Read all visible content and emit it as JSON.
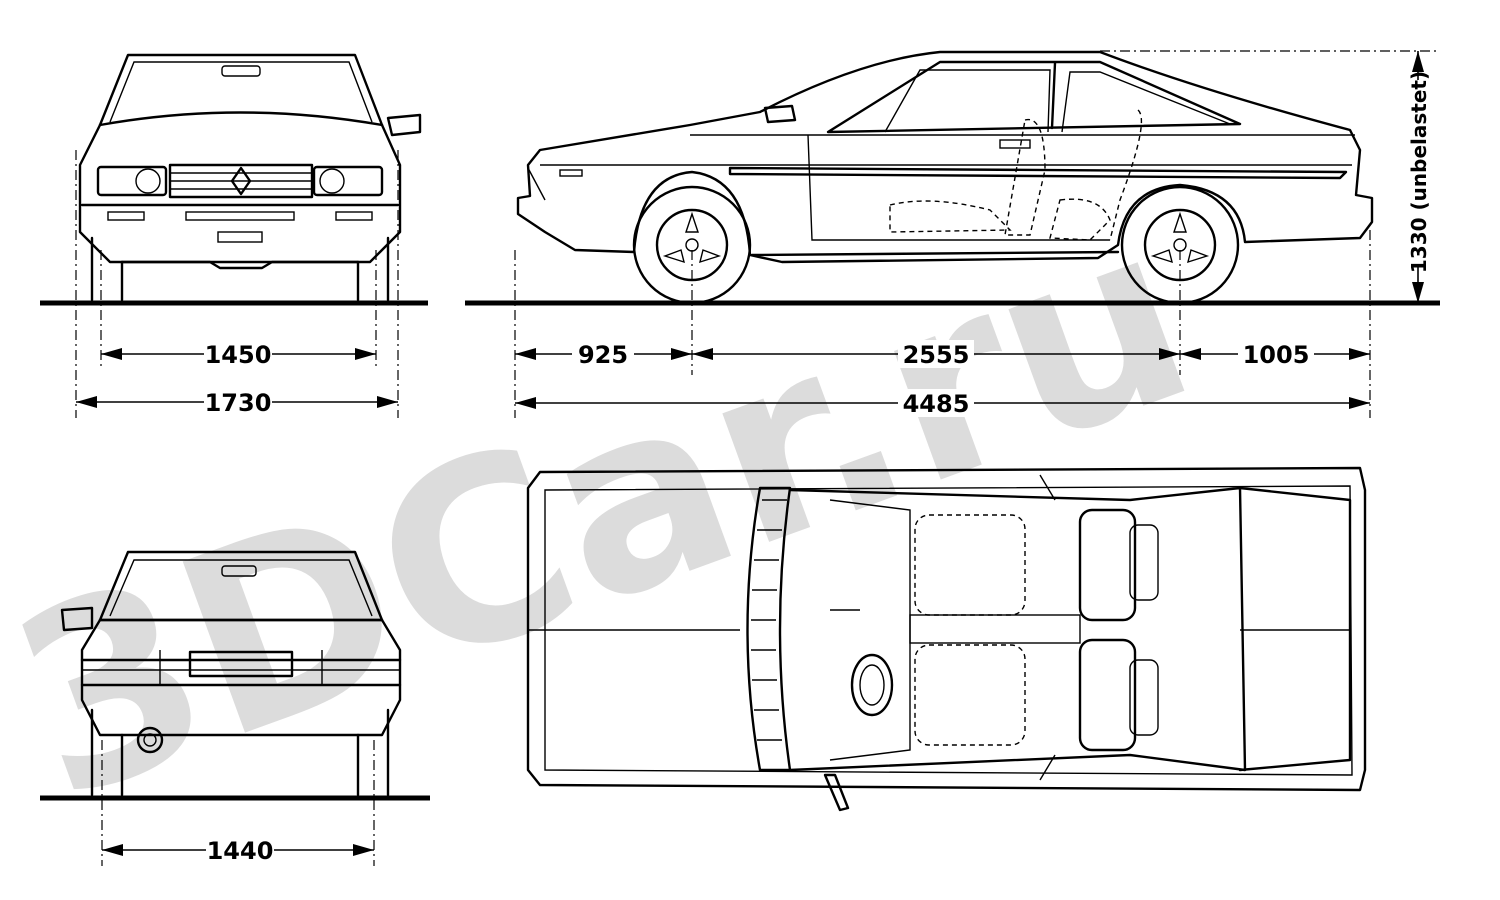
{
  "watermark": {
    "text": "3DCar.ru",
    "color": "#d6d6d6"
  },
  "dimensions": {
    "front_track": "1450",
    "overall_width": "1730",
    "rear_track": "1440",
    "front_overhang": "925",
    "wheelbase": "2555",
    "rear_overhang": "1005",
    "overall_length": "4485",
    "height": "1330 (unbelastet)"
  },
  "colors": {
    "ink": "#000000",
    "paper": "#ffffff"
  }
}
